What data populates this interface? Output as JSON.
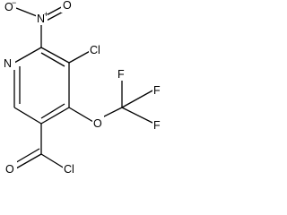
{
  "molecule": {
    "atom_labels": {
      "nitro_o_minus": "O",
      "nitro_o_minus_charge": "−",
      "nitro_n": "N",
      "nitro_n_charge": "+",
      "nitro_o_double": "O",
      "ring_n": "N",
      "chloro": "Cl",
      "ether_o": "O",
      "fluoro_top": "F",
      "fluoro_right": "F",
      "fluoro_bottom": "F",
      "carbonyl_o": "O",
      "acyl_cl": "Cl"
    }
  }
}
